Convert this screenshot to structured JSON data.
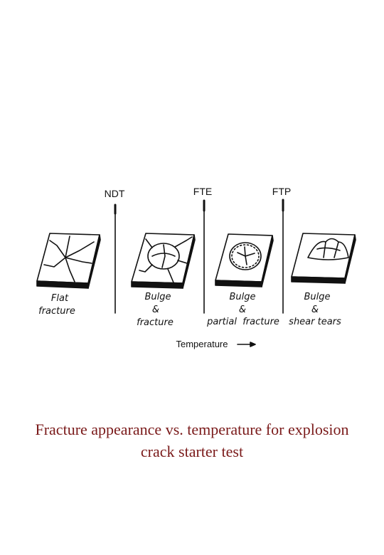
{
  "diagram": {
    "markers": [
      {
        "label": "NDT"
      },
      {
        "label": "FTE"
      },
      {
        "label": "FTP"
      }
    ],
    "specimens": [
      {
        "lines": [
          "Flat",
          "fracture"
        ]
      },
      {
        "lines": [
          "Bulge",
          "&",
          "fracture"
        ]
      },
      {
        "lines": [
          "Bulge",
          "&",
          "partial  fracture"
        ]
      },
      {
        "lines": [
          "Bulge",
          "&",
          "shear tears"
        ]
      }
    ],
    "axis_label": "Temperature"
  },
  "caption": {
    "line1": "Fracture appearance vs. temperature for explosion",
    "line2": "crack starter test"
  },
  "colors": {
    "ink": "#111111",
    "caption": "#7a1a1a"
  }
}
